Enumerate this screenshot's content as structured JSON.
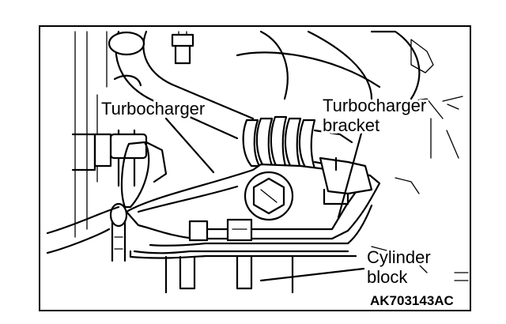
{
  "labels": {
    "turbocharger": "Turbocharger",
    "bracket_line1": "Turbocharger",
    "bracket_line2": "bracket",
    "cylinder_line1": "Cylinder",
    "cylinder_line2": "block"
  },
  "figure_code": "AK703143AC",
  "colors": {
    "line": "#000000",
    "background": "#ffffff"
  }
}
